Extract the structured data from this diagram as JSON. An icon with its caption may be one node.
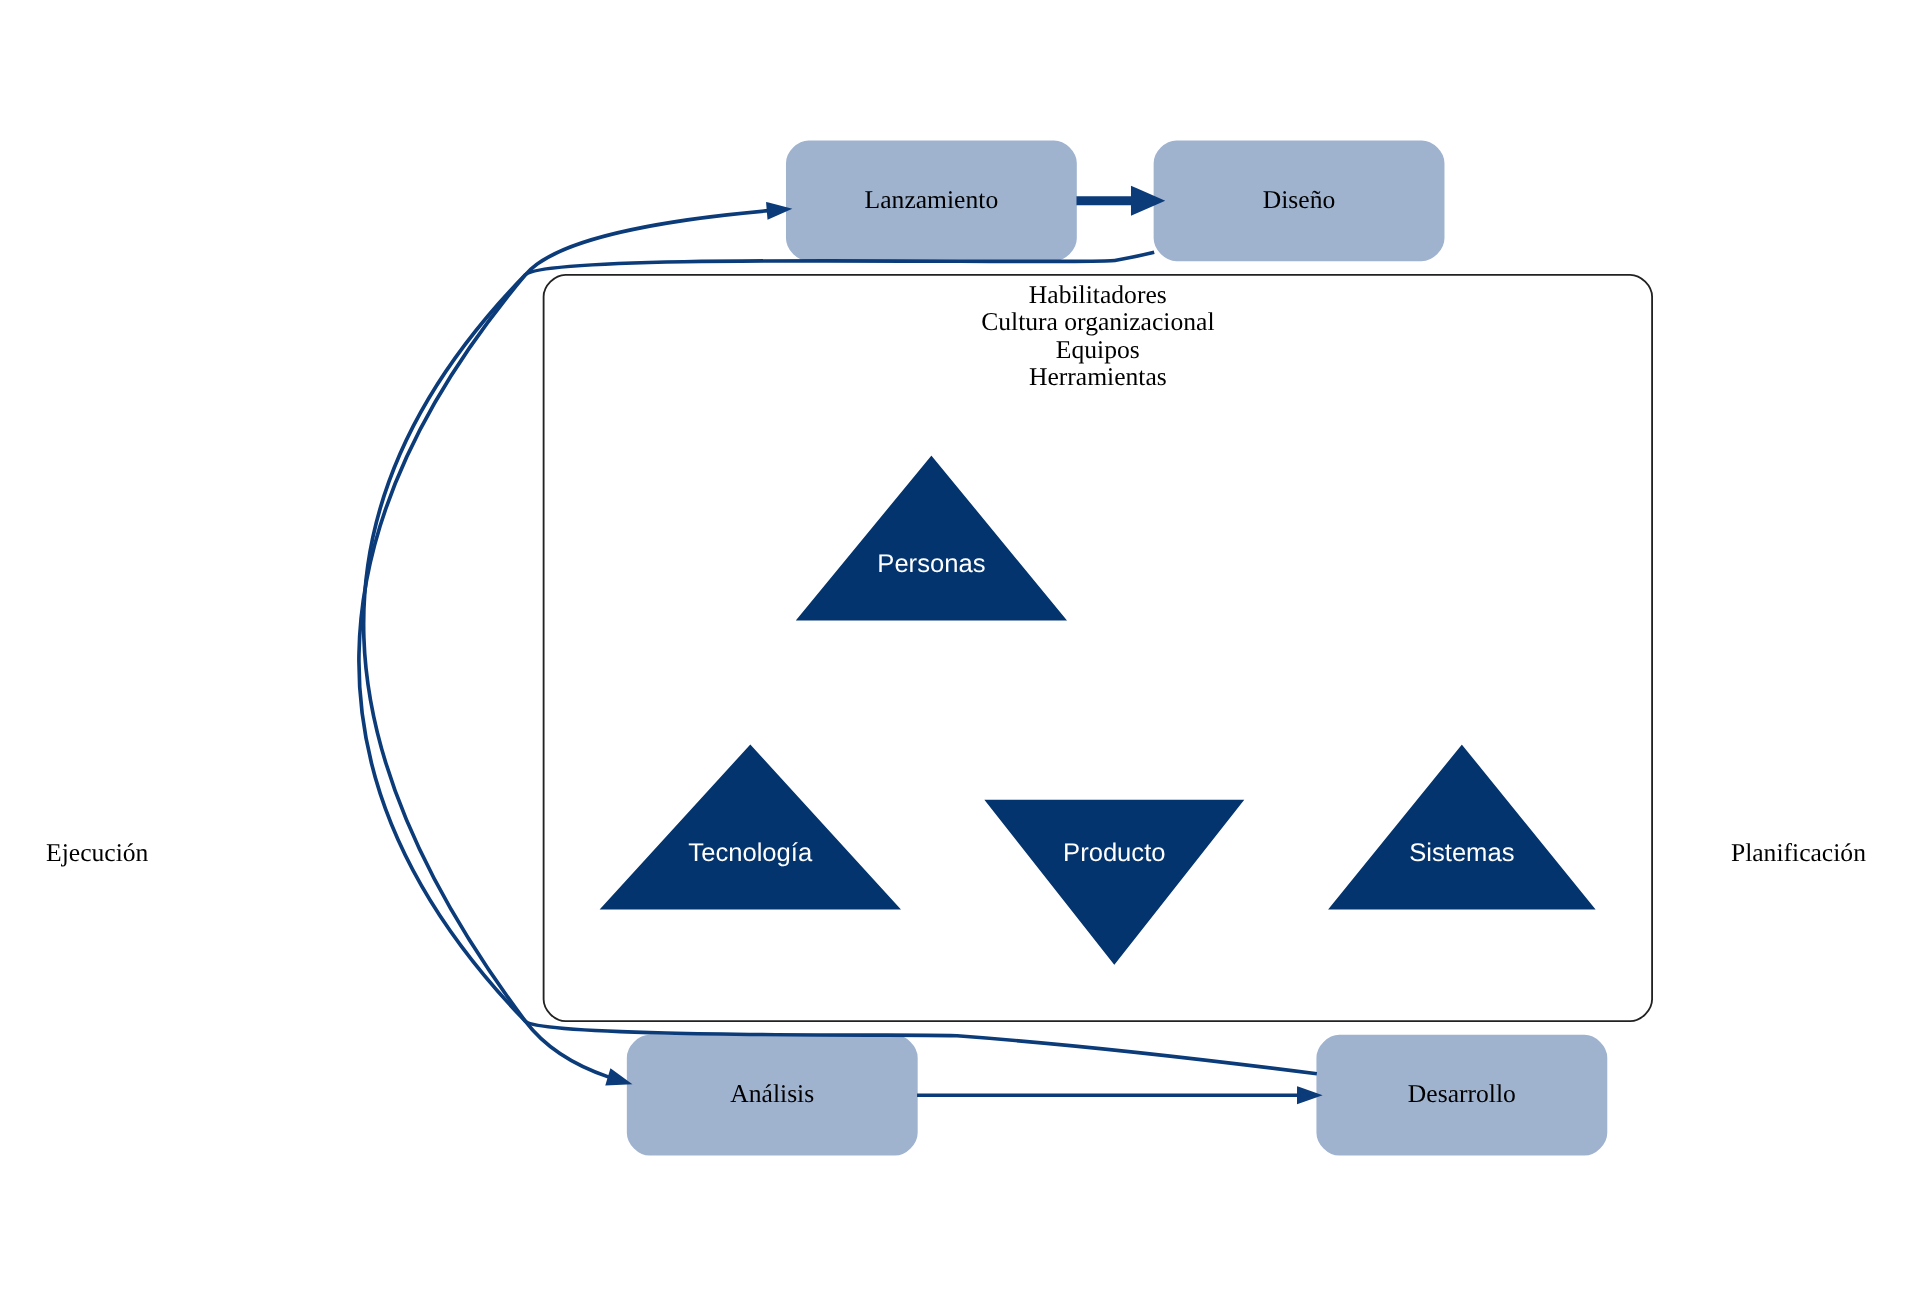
{
  "diagram": {
    "nodes": [
      {
        "text": [
          "Lanzamiento"
        ]
      },
      {
        "text": [
          "Diseño"
        ]
      },
      {
        "text": [
          "Habilitadores",
          "Cultura organizacional",
          "Equipos",
          "Herramientas"
        ]
      },
      {
        "text": [
          "Personas"
        ],
        "in": 2
      },
      {
        "text": [
          "Tecnología"
        ],
        "in": 2
      },
      {
        "text": [
          "Producto"
        ],
        "in": 2
      },
      {
        "text": [
          "Sistemas"
        ],
        "in": 2
      },
      {
        "text": [
          "Desarrollo"
        ]
      },
      {
        "text": [
          "Análisis"
        ]
      }
    ],
    "edges": [
      {
        "from": 0,
        "to": 1,
        "arrow": "to",
        "style": "thick"
      },
      {
        "from": 1,
        "to": 8,
        "arrow": "to"
      },
      {
        "from": 8,
        "to": 7,
        "arrow": "to"
      },
      {
        "from": 7,
        "to": 0,
        "arrow": "to"
      }
    ],
    "labels": [
      "Ejecución",
      "Planificación"
    ]
  }
}
